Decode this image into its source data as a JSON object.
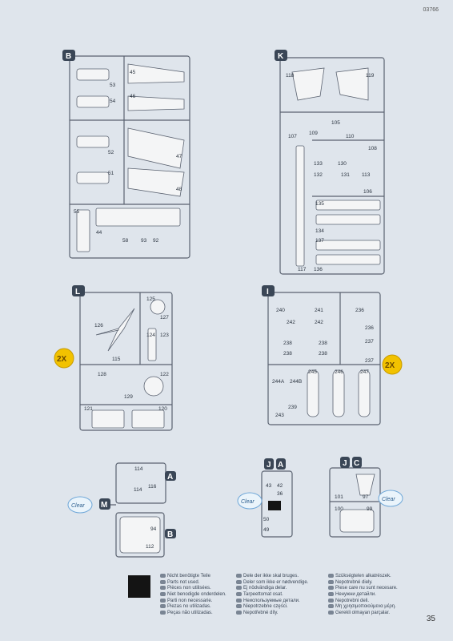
{
  "doc_code": "03766",
  "page_number": "35",
  "multiplier_label": "2X",
  "clear_label": "Clear",
  "sprues": {
    "B": {
      "letter": "B",
      "parts": [
        "45",
        "53",
        "46",
        "54",
        "52",
        "47",
        "51",
        "48",
        "55",
        "44",
        "58",
        "93",
        "92"
      ]
    },
    "K": {
      "letter": "K",
      "parts": [
        "118",
        "119",
        "105",
        "109",
        "107",
        "110",
        "108",
        "133",
        "130",
        "132",
        "131",
        "113",
        "106",
        "135",
        "134",
        "137",
        "117",
        "136"
      ]
    },
    "L": {
      "letter": "L",
      "parts": [
        "125",
        "127",
        "126",
        "124",
        "123",
        "115",
        "128",
        "122",
        "129",
        "121",
        "120"
      ]
    },
    "I": {
      "letter": "I",
      "parts": [
        "240",
        "241",
        "236",
        "242",
        "242",
        "236",
        "238",
        "238",
        "237",
        "238",
        "238",
        "237",
        "244A",
        "244B",
        "245",
        "246",
        "247",
        "239",
        "243"
      ]
    },
    "AM": {
      "letters": [
        "A",
        "M",
        "B"
      ],
      "parts": [
        "114",
        "116",
        "114",
        "94",
        "112"
      ]
    },
    "JA": {
      "letters": [
        "J",
        "A"
      ],
      "parts": [
        "43",
        "42",
        "36",
        "50",
        "49"
      ]
    },
    "JC": {
      "letters": [
        "J",
        "C"
      ],
      "parts": [
        "101",
        "97",
        "100",
        "99"
      ]
    }
  },
  "legend": [
    [
      "Nicht benötigte Teile",
      "Parts not used.",
      "Pièces non utilisées.",
      "Niet benodigde onderdelen.",
      "Parti non necessarie.",
      "Piezas no utilizadas.",
      "Peças não utilizadas."
    ],
    [
      "Dele der ikke skal bruges.",
      "Deler som ikke er nødvendige.",
      "Ej nödvändiga delar.",
      "Tarpeettomat osat.",
      "Неиспользуемые детали.",
      "Niepotrzebne części.",
      "Nepotřebné díly."
    ],
    [
      "Szükségtelen alkatrészek.",
      "Nepotrebné diely.",
      "Piese care nu sunt necesare.",
      "Ненужни детайли.",
      "Nepotrebni deli.",
      "Μη χρησιμοποιούμενα μέρη.",
      "Gerekli olmayan parçalar."
    ]
  ]
}
